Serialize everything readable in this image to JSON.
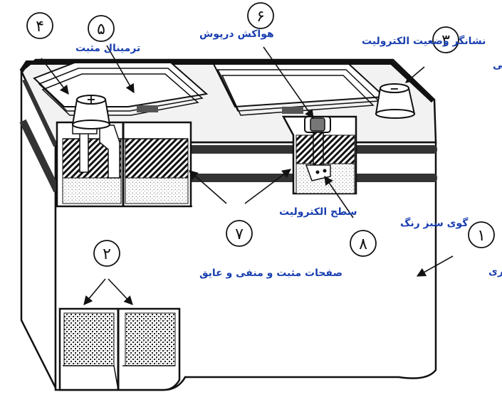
{
  "colors": {
    "label": "#1a3fb0",
    "outline": "#111111",
    "dark_band": "#333333",
    "body_fill": "#ffffff",
    "lid_fill": "#f2f2f2"
  },
  "callouts": [
    {
      "id": "battery-case",
      "number": "۱",
      "label": "جعبه باتری"
    },
    {
      "id": "plates",
      "number": "۲",
      "label": "صفحات مثبت و منفی و عایق"
    },
    {
      "id": "negative-terminal",
      "number": "۳",
      "label": "ترمینال منفی"
    },
    {
      "id": "positive-terminal",
      "number": "۴",
      "label": "ترمینال مثبت"
    },
    {
      "id": "vent-cover",
      "number": "۵",
      "label": "هواکش درپوش"
    },
    {
      "id": "electrolyte-indicator",
      "number": "۶",
      "label": "نشانگر وضعیت الکترولیت"
    },
    {
      "id": "electrolyte-level",
      "number": "۷",
      "label": "سطح الکترولیت"
    },
    {
      "id": "green-ball",
      "number": "۸",
      "label": "گوی سبز رنگ"
    }
  ],
  "terminal_marks": {
    "positive": "+",
    "negative": "−"
  }
}
